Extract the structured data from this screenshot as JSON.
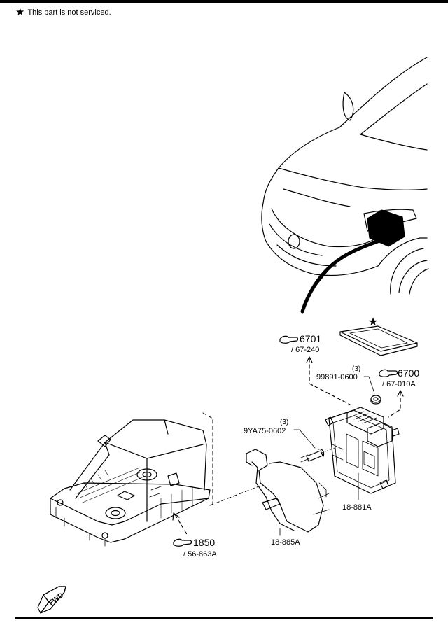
{
  "legend": {
    "symbol": "★",
    "text": "This part is not serviced."
  },
  "callouts": {
    "ref_6701": {
      "main": "6701",
      "sub": "/ 67-240"
    },
    "ref_6700": {
      "main": "6700",
      "sub": "/ 67-010A"
    },
    "ref_1850": {
      "main": "1850",
      "sub": "/ 56-863A"
    }
  },
  "parts": {
    "nut": {
      "qty": "(3)",
      "number": "99891-0600"
    },
    "bolt": {
      "qty": "(3)",
      "number": "9YA75-0602"
    },
    "ecu": {
      "number": "18-881A"
    },
    "bracket": {
      "number": "18-885A"
    },
    "cover_marker": "★"
  },
  "fwd_label": "FWD",
  "icons": {
    "reference": "pointing-hand-icon",
    "direction": "fwd-arrow-icon"
  }
}
